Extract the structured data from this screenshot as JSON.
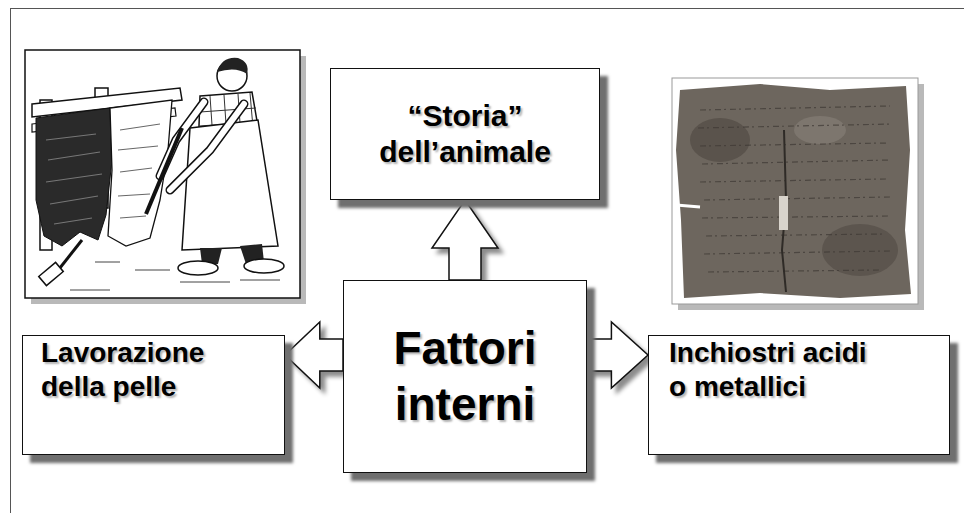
{
  "diagram": {
    "nodes": [
      {
        "text": [
          "“Storia” dell’animale"
        ]
      },
      {
        "text": [
          "Lavorazione della pelle"
        ]
      },
      {
        "text": [
          "Fattori interni"
        ]
      },
      {
        "text": [
          "Inchiostri acidi o metallici"
        ]
      }
    ],
    "edges": [
      {
        "from": 2,
        "to": 0,
        "arrow": "to"
      },
      {
        "from": 2,
        "to": 1,
        "arrow": "to"
      },
      {
        "from": 2,
        "to": 3,
        "arrow": "to"
      }
    ]
  }
}
